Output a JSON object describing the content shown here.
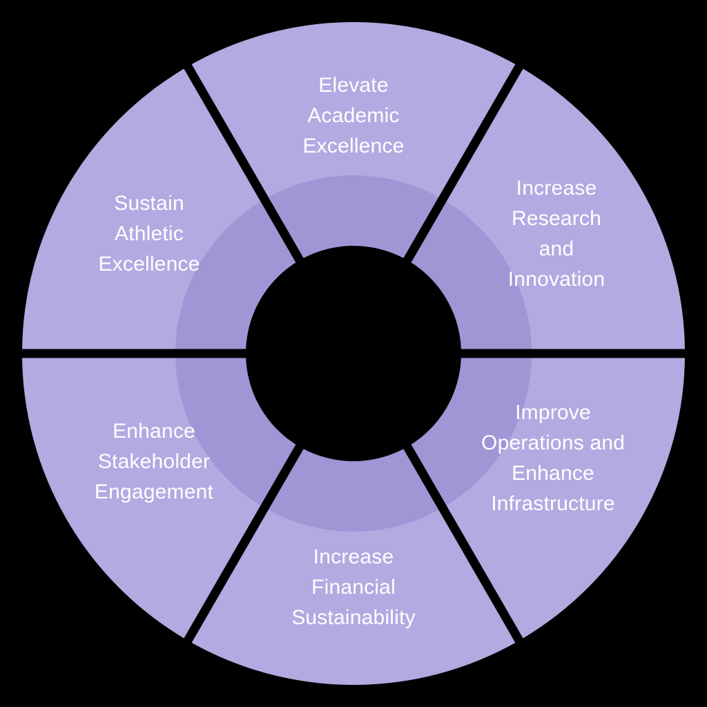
{
  "wheel": {
    "colors": {
      "background": "#000000",
      "segment": "#b4a9e1",
      "inner_ring": "#a195d6",
      "text": "#ffffff"
    },
    "segments": [
      {
        "position": "top",
        "label": "Elevate\nAcademic\nExcellence"
      },
      {
        "position": "top-right",
        "label": "Increase\nResearch\nand\nInnovation"
      },
      {
        "position": "bottom-right",
        "label": "Improve\nOperations and\nEnhance\nInfrastructure"
      },
      {
        "position": "bottom",
        "label": "Increase\nFinancial\nSustainability"
      },
      {
        "position": "bottom-left",
        "label": "Enhance\nStakeholder\nEngagement"
      },
      {
        "position": "top-left",
        "label": "Sustain\nAthletic\nExcellence"
      }
    ]
  }
}
